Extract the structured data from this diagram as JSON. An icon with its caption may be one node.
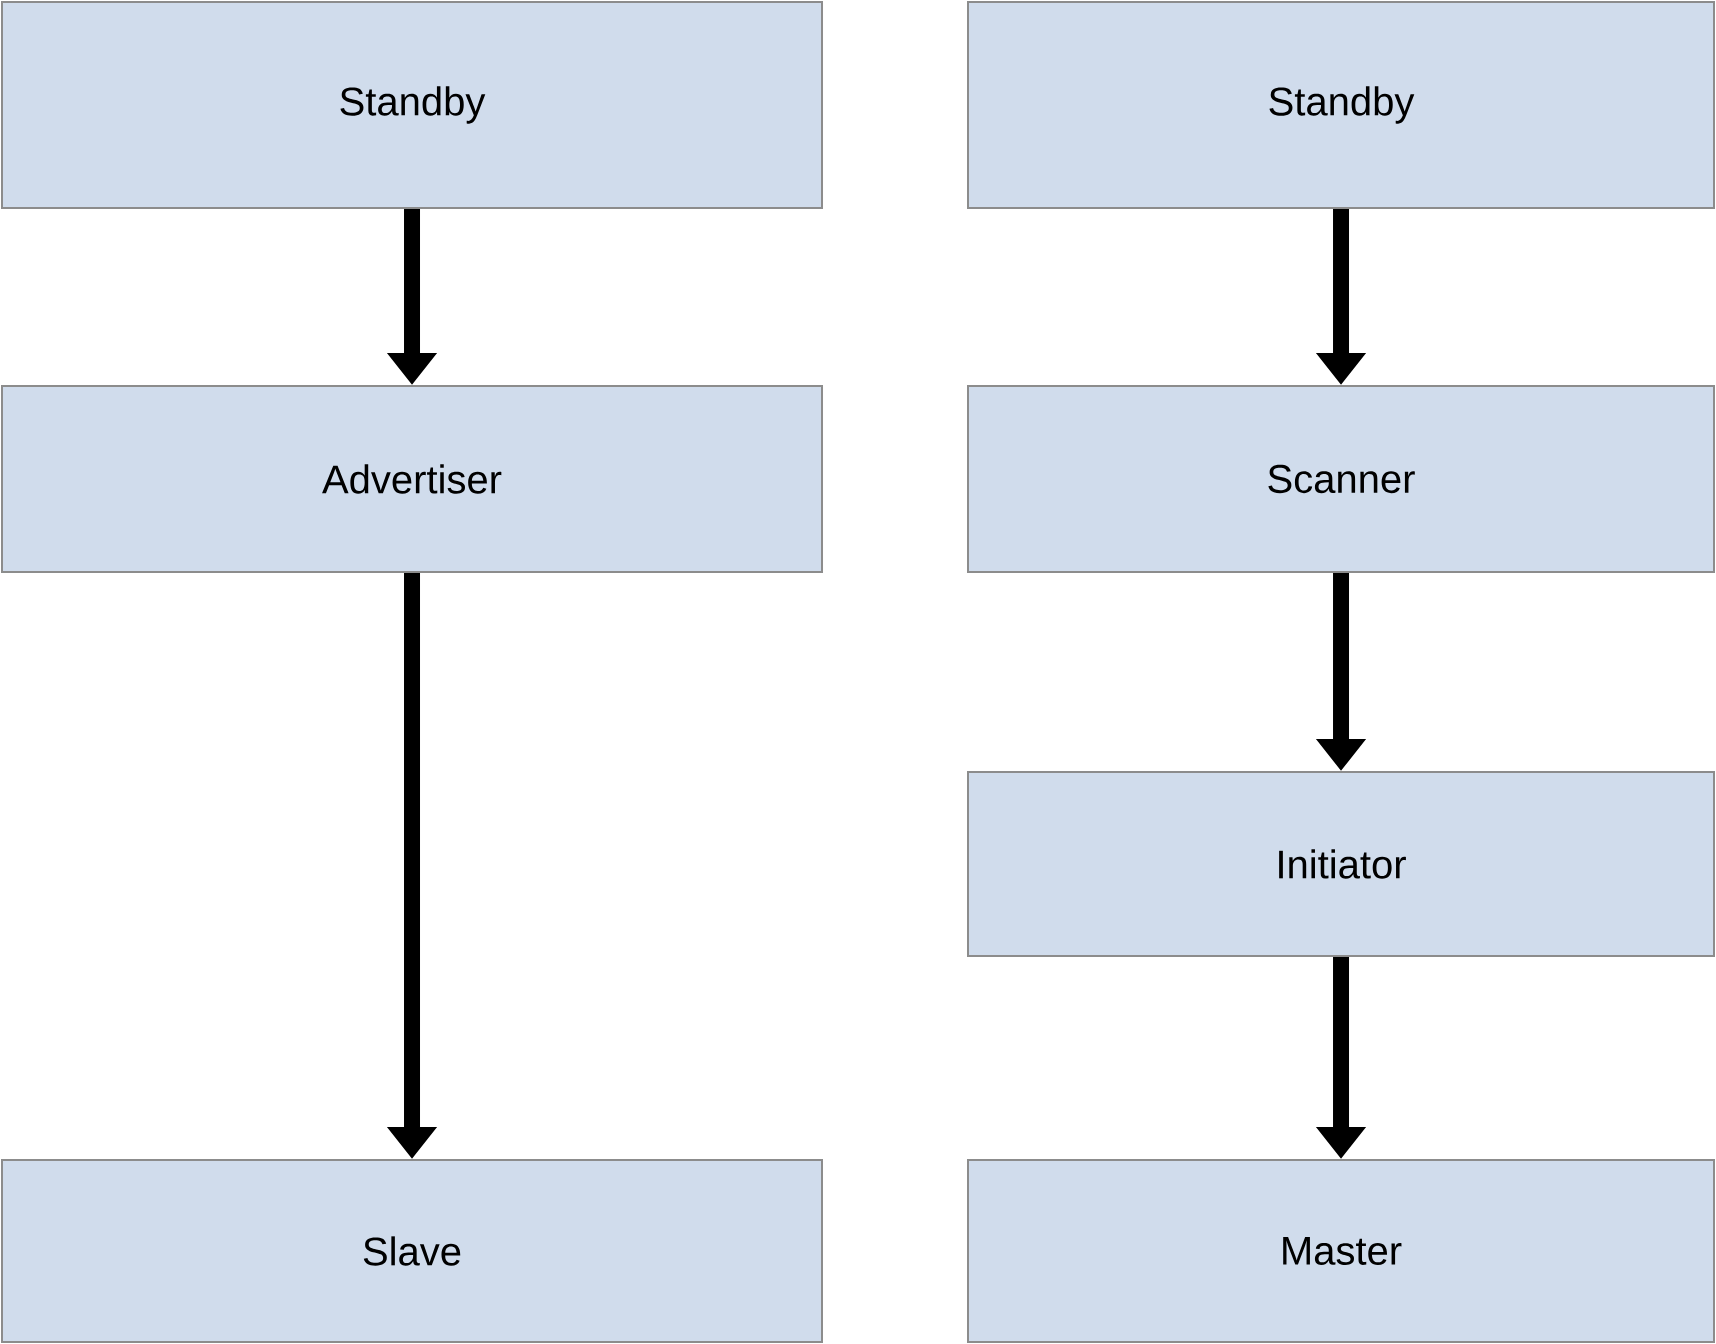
{
  "diagram": {
    "nodes": [
      {
        "text": [
          "Standby"
        ]
      },
      {
        "text": [
          "Advertiser"
        ]
      },
      {
        "text": [
          "Slave"
        ]
      },
      {
        "text": [
          "Standby"
        ]
      },
      {
        "text": [
          "Scanner"
        ]
      },
      {
        "text": [
          "Initiator"
        ]
      },
      {
        "text": [
          "Master"
        ]
      }
    ],
    "edges": [
      {
        "from": 0,
        "to": 1,
        "arrow": "to"
      },
      {
        "from": 1,
        "to": 2,
        "arrow": "to"
      },
      {
        "from": 3,
        "to": 4,
        "arrow": "to"
      },
      {
        "from": 4,
        "to": 5,
        "arrow": "to"
      },
      {
        "from": 5,
        "to": 6,
        "arrow": "to"
      }
    ]
  }
}
